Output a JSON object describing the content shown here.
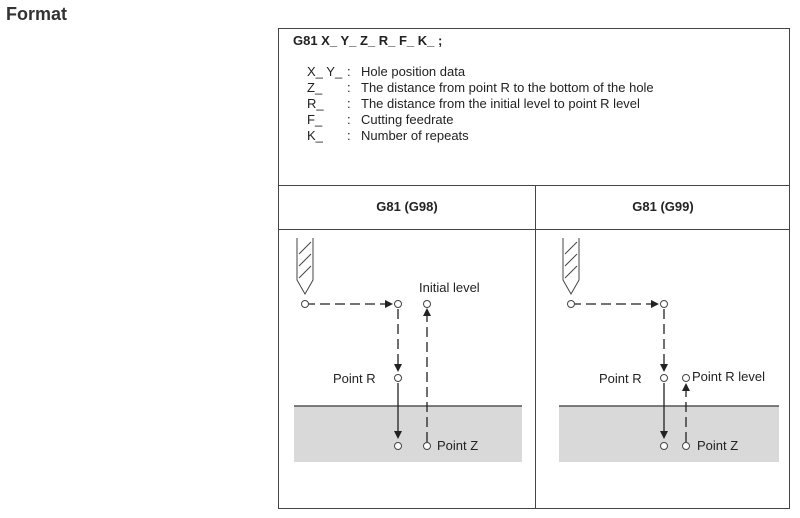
{
  "section_title": "Format",
  "command": "G81 X_ Y_ Z_ R_ F_ K_ ;",
  "params": [
    {
      "key": "X_ Y_",
      "sep": ":",
      "desc": "Hole position data"
    },
    {
      "key": "Z_",
      "sep": ":",
      "desc": "The distance from point R to the bottom of the hole"
    },
    {
      "key": "R_",
      "sep": ":",
      "desc": "The distance from the initial level to point R level"
    },
    {
      "key": "F_",
      "sep": ":",
      "desc": "Cutting feedrate"
    },
    {
      "key": "K_",
      "sep": ":",
      "desc": "Number of repeats"
    }
  ],
  "columns": {
    "left": {
      "title": "G81 (G98)",
      "labels": {
        "initial": "Initial level",
        "point_r": "Point R",
        "point_z": "Point Z"
      }
    },
    "right": {
      "title": "G81 (G99)",
      "labels": {
        "point_r": "Point R",
        "point_r_level": "Point R level",
        "point_z": "Point Z"
      }
    }
  }
}
